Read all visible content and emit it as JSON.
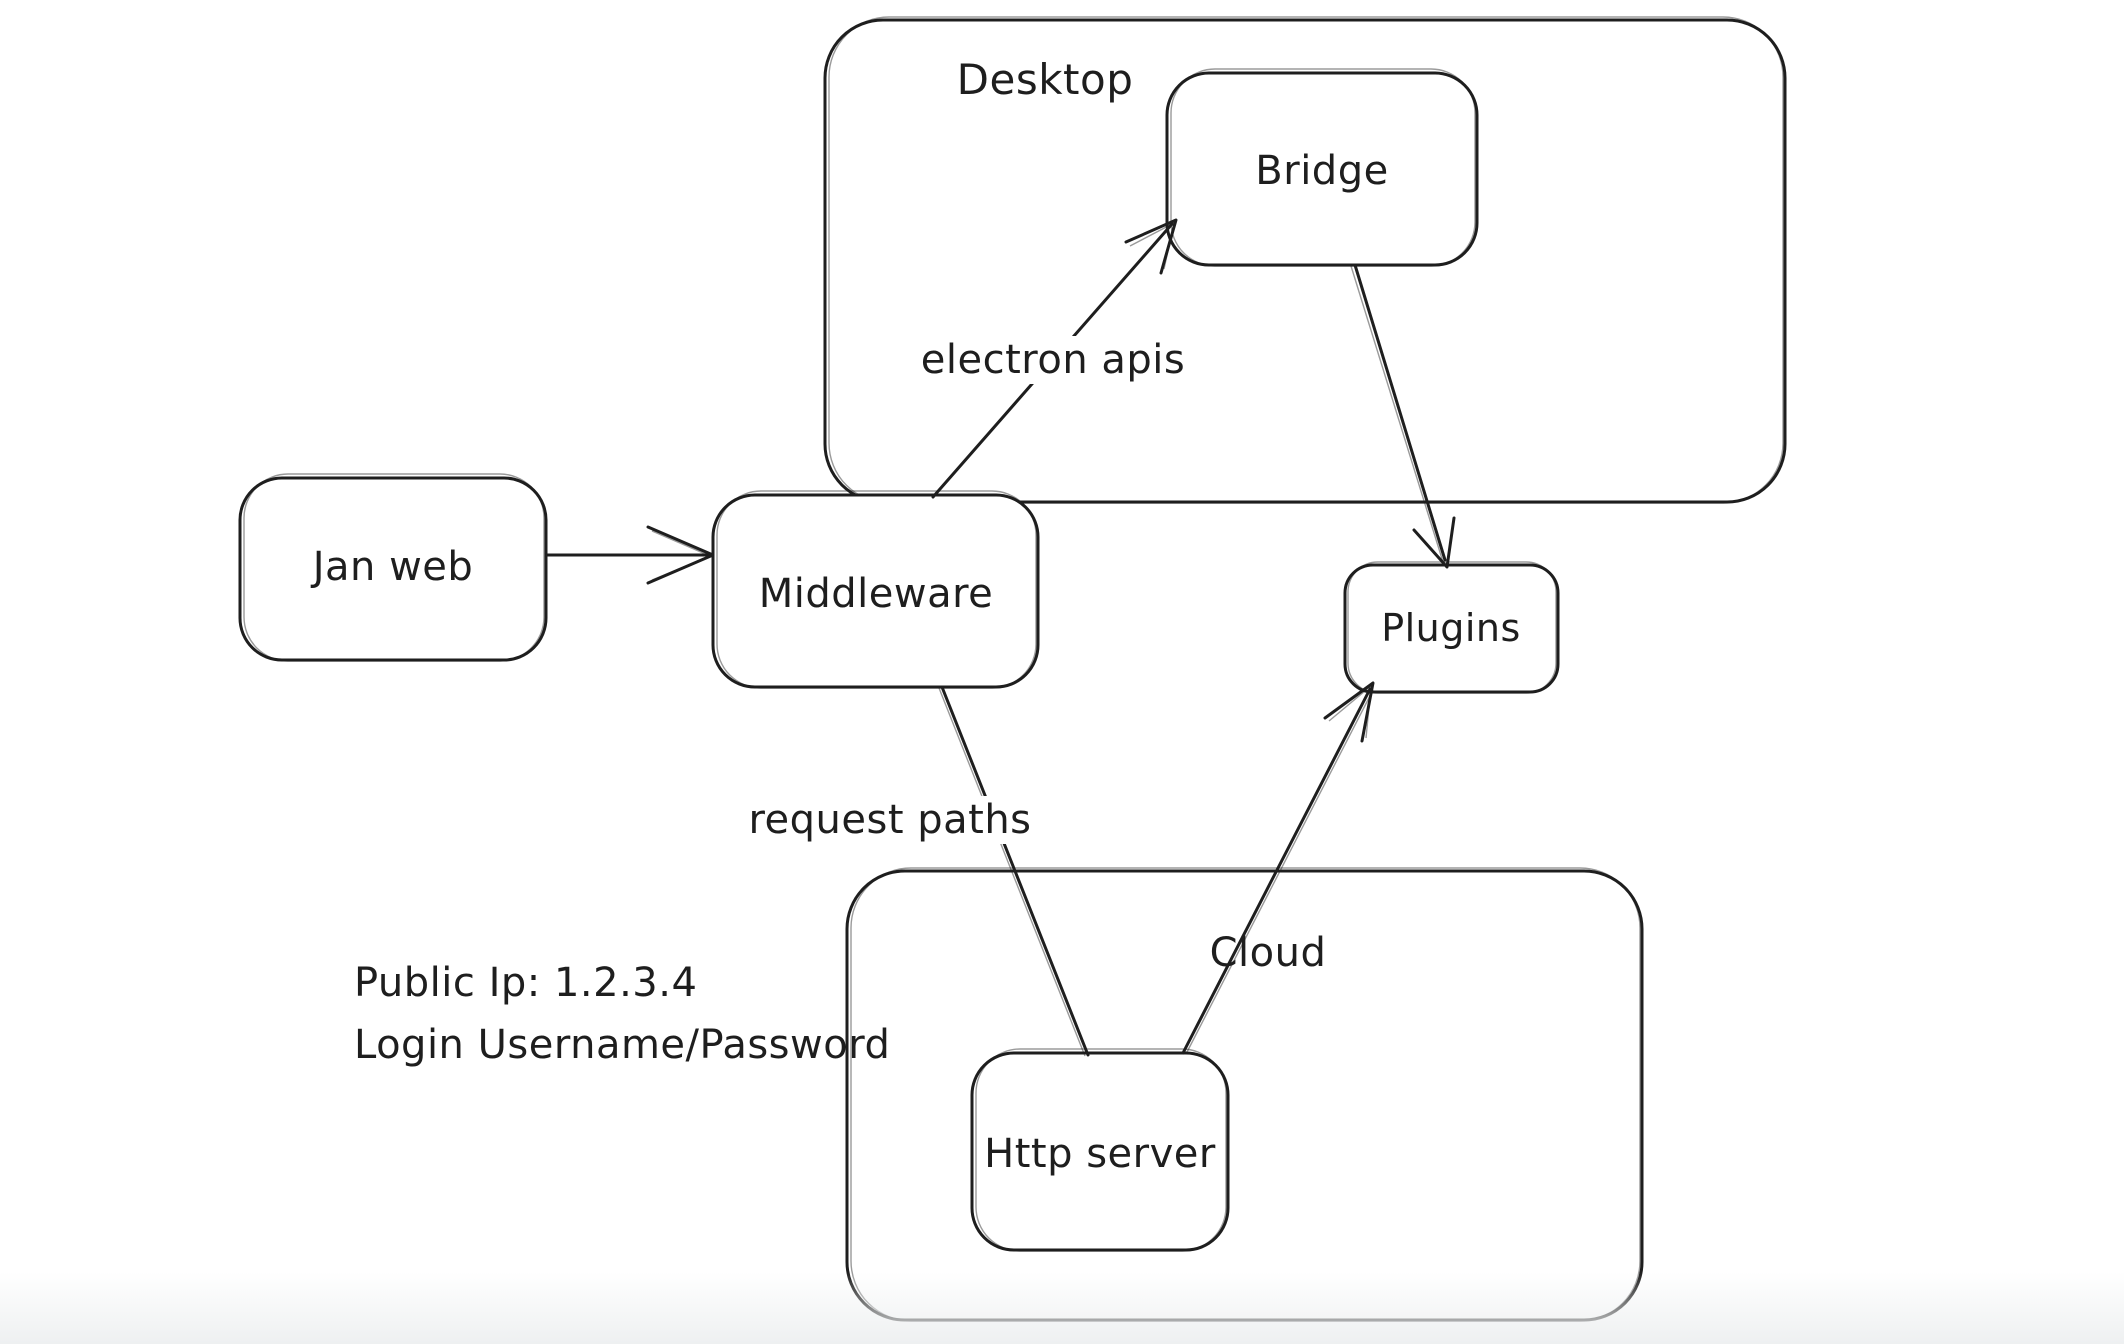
{
  "diagram": {
    "background_color": "#ffffff",
    "stroke_color": "#1e1e1e",
    "bottom_fade_color": "#eef0f1",
    "containers": {
      "desktop": {
        "label": "Desktop"
      },
      "cloud": {
        "label": "Cloud"
      }
    },
    "nodes": {
      "jan_web": {
        "label": "Jan web"
      },
      "middleware": {
        "label": "Middleware"
      },
      "bridge": {
        "label": "Bridge"
      },
      "plugins": {
        "label": "Plugins"
      },
      "http_server": {
        "label": "Http server"
      }
    },
    "arrow_labels": {
      "electron_apis": "electron apis",
      "request_paths": "request paths"
    },
    "connections": [
      {
        "from": "Jan web",
        "to": "Middleware",
        "label": "",
        "arrowhead": true
      },
      {
        "from": "Middleware",
        "to": "Bridge",
        "label": "electron apis",
        "arrowhead": true
      },
      {
        "from": "Bridge",
        "to": "Plugins",
        "label": "",
        "arrowhead": true
      },
      {
        "from": "Middleware",
        "to": "Http server",
        "label": "request paths",
        "arrowhead": false
      },
      {
        "from": "Http server",
        "to": "Plugins",
        "label": "",
        "arrowhead": true
      }
    ],
    "annotation": {
      "line1": "Public Ip: 1.2.3.4",
      "line2": "Login Username/Password"
    }
  }
}
